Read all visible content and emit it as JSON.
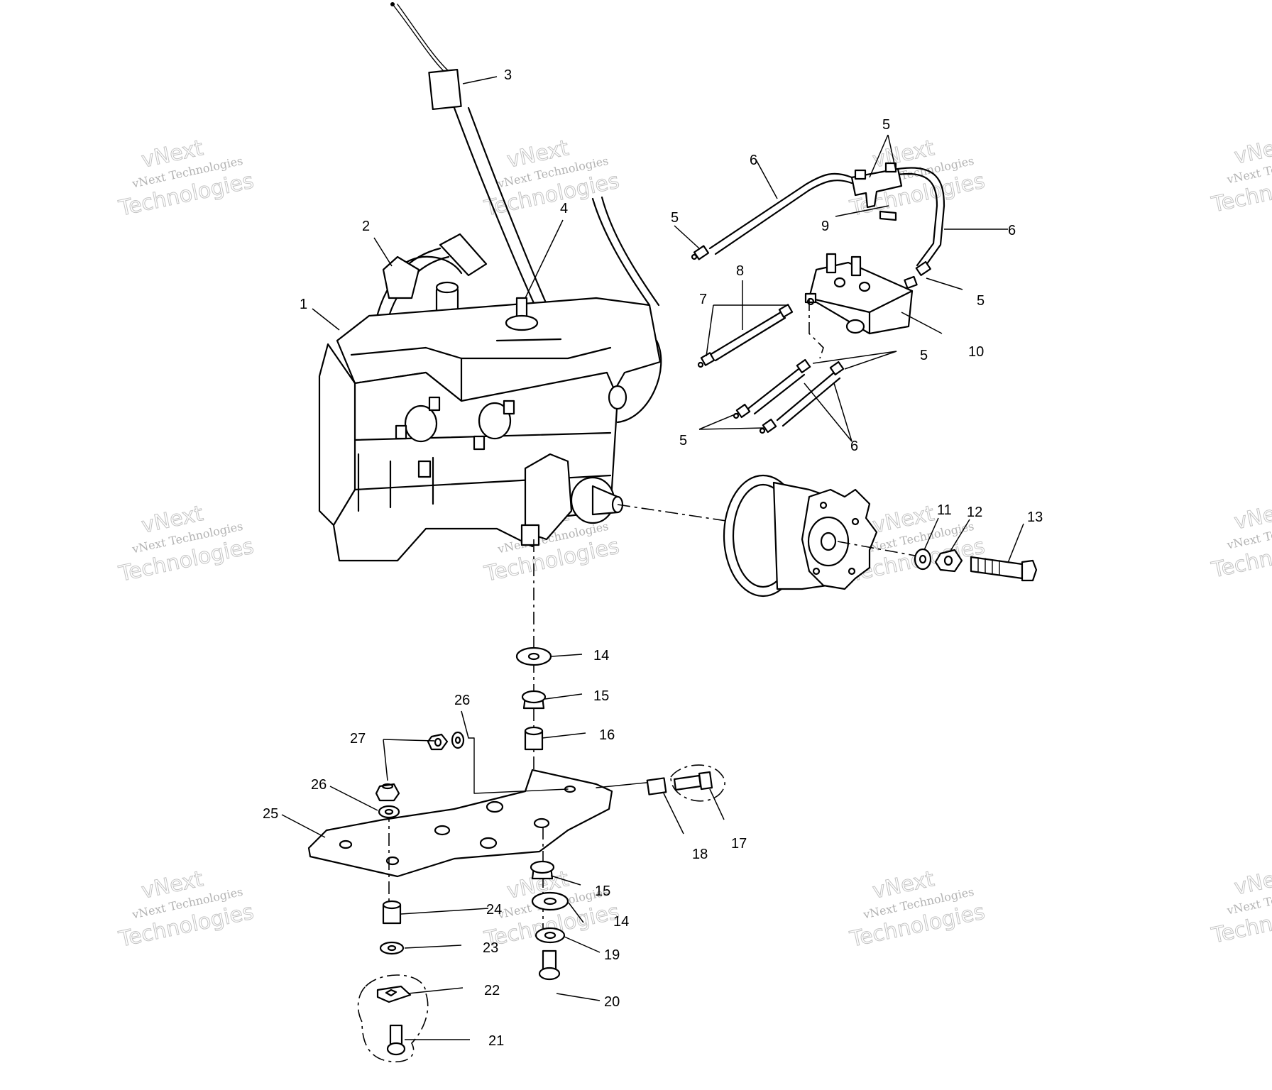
{
  "watermark": {
    "line1": "vNext",
    "line2": "vNext Technologies",
    "line3": "Technologies"
  },
  "callouts": {
    "c1": "1",
    "c2": "2",
    "c3": "3",
    "c4": "4",
    "c5a": "5",
    "c5b": "5",
    "c5c": "5",
    "c5d": "5",
    "c5e": "5",
    "c6a": "6",
    "c6b": "6",
    "c6c": "6",
    "c7": "7",
    "c8": "8",
    "c9": "9",
    "c10": "10",
    "c11": "11",
    "c12": "12",
    "c13": "13",
    "c14a": "14",
    "c14b": "14",
    "c15a": "15",
    "c15b": "15",
    "c16": "16",
    "c17": "17",
    "c18": "18",
    "c19": "19",
    "c20": "20",
    "c21": "21",
    "c22": "22",
    "c23": "23",
    "c24": "24",
    "c25": "25",
    "c26a": "26",
    "c26b": "26",
    "c27": "27"
  }
}
